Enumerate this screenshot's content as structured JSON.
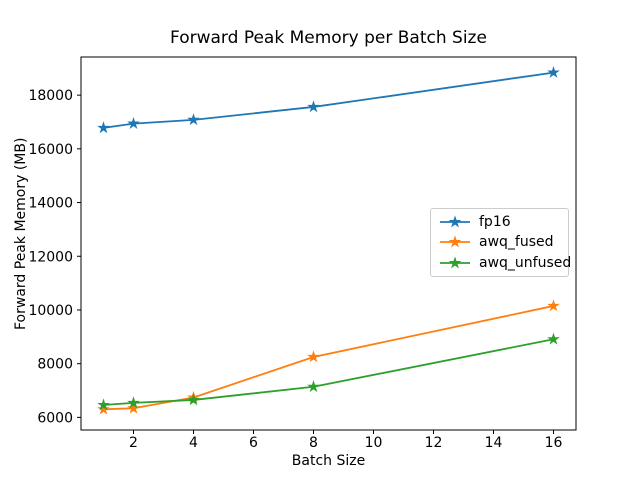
{
  "figure": {
    "background": "#ffffff"
  },
  "chart_data": {
    "type": "line",
    "title": "Forward Peak Memory per Batch Size",
    "xlabel": "Batch Size",
    "ylabel": "Forward Peak Memory (MB)",
    "x": [
      1,
      2,
      4,
      8,
      16
    ],
    "series": [
      {
        "name": "fp16",
        "color": "#1f77b4",
        "marker": "star",
        "values": [
          16780,
          16940,
          17080,
          17560,
          18840
        ]
      },
      {
        "name": "awq_fused",
        "color": "#ff7f0e",
        "marker": "star",
        "values": [
          6300,
          6340,
          6740,
          8250,
          10150
        ]
      },
      {
        "name": "awq_unfused",
        "color": "#2ca02c",
        "marker": "star",
        "values": [
          6460,
          6540,
          6650,
          7140,
          8910
        ]
      }
    ],
    "xticks": [
      2,
      4,
      6,
      8,
      10,
      12,
      14,
      16
    ],
    "yticks": [
      6000,
      8000,
      10000,
      12000,
      14000,
      16000,
      18000
    ],
    "xlim": [
      0.25,
      16.75
    ],
    "ylim": [
      5530,
      19420
    ],
    "grid": false,
    "legend_position": "center right",
    "spine_color": "#000000"
  }
}
